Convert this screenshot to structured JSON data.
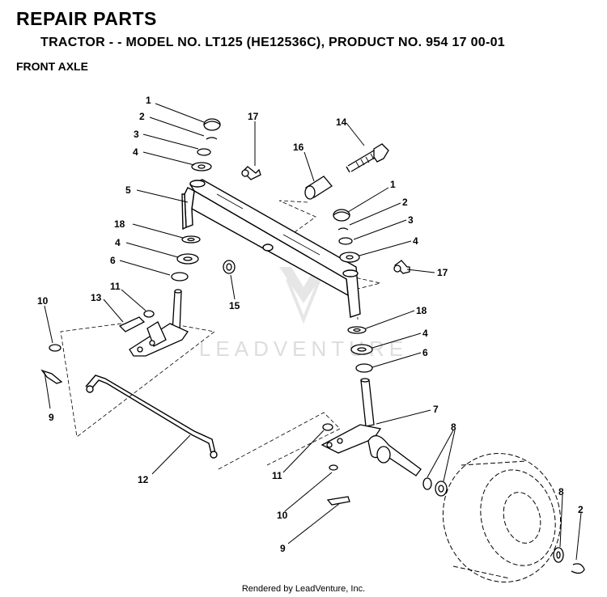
{
  "header": {
    "title": "REPAIR PARTS",
    "subtitle": "TRACTOR - - MODEL NO. LT125 (HE12536C),  PRODUCT NO. 954 17 00-01",
    "section": "FRONT AXLE"
  },
  "watermark": "LEADVENTURE",
  "callouts": [
    "1",
    "2",
    "3",
    "4",
    "5",
    "18",
    "4",
    "6",
    "11",
    "13",
    "10",
    "9",
    "12",
    "17",
    "16",
    "14",
    "1",
    "2",
    "3",
    "4",
    "17",
    "15",
    "18",
    "4",
    "6",
    "7",
    "8",
    "11",
    "10",
    "9",
    "8",
    "2"
  ],
  "footer": "Rendered by LeadVenture, Inc."
}
